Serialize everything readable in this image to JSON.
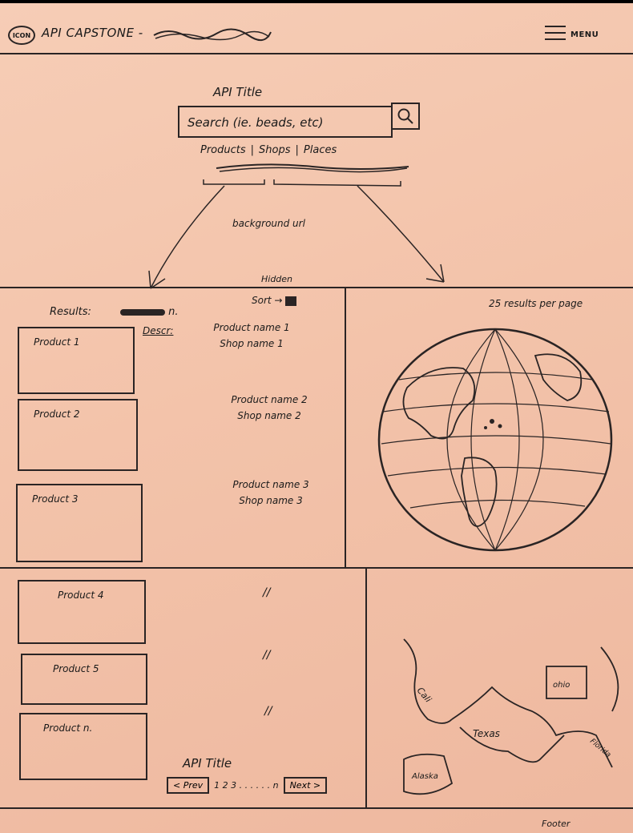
{
  "header": {
    "logo_text": "ICON",
    "app_title": "API CAPSTONE -",
    "menu_label": "MENU"
  },
  "hero": {
    "api_title": "API Title",
    "search_placeholder": "Search (ie. beads, etc)",
    "tabs": [
      "Products",
      "Shops",
      "Places"
    ],
    "background_note": "background url",
    "hidden_note": "Hidden"
  },
  "results": {
    "label": "Results:",
    "count_suffix": "n.",
    "sort_label": "Sort",
    "per_page": "25 results per page",
    "description_label": "Descr:"
  },
  "products": [
    {
      "box_label": "Product 1",
      "name": "Product name 1",
      "shop": "Shop name 1"
    },
    {
      "box_label": "Product 2",
      "name": "Product name 2",
      "shop": "Shop name 2"
    },
    {
      "box_label": "Product 3",
      "name": "Product name 3",
      "shop": "Shop name 3"
    },
    {
      "box_label": "Product 4",
      "ditto": "//"
    },
    {
      "box_label": "Product 5",
      "ditto": "//"
    },
    {
      "box_label": "Product n.",
      "ditto": "//"
    }
  ],
  "map_labels": {
    "cali": "Cali",
    "texas": "Texas",
    "ohio": "ohio",
    "florida": "Florida",
    "alaska": "Alaska"
  },
  "pagination": {
    "title": "API Title",
    "prev": "< Prev",
    "pages": "1 2 3 . . . . . . n",
    "next": "Next >"
  },
  "footer": {
    "label": "Footer"
  }
}
